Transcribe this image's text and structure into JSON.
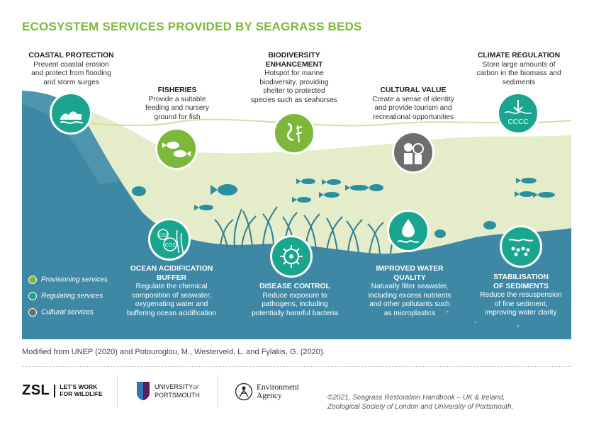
{
  "title": "ECOSYSTEM SERVICES PROVIDED BY SEAGRASS BEDS",
  "colors": {
    "green": "#7db83a",
    "teal": "#1aa58f",
    "grey": "#6e6e6e",
    "sea": "#3f88a5",
    "lightgreen": "#e4ecc9"
  },
  "services": {
    "coastal": {
      "heading": "COASTAL PROTECTION",
      "lines": [
        "Prevent coastal erosion",
        "and protect from flooding",
        "and storm surges"
      ],
      "icon": "wave-coast-icon",
      "category": "regulating"
    },
    "fisheries": {
      "heading": "FISHERIES",
      "lines": [
        "Provide a suitable",
        "feeding and nursery",
        "ground for fish"
      ],
      "icon": "fish-icon",
      "category": "provisioning"
    },
    "biodiversity": {
      "heading1": "BIODIVERSITY",
      "heading2": "ENHANCEMENT",
      "lines": [
        "Hotspot for marine",
        "biodiversity, providing",
        "shelter to protected",
        "species such as seahorses"
      ],
      "icon": "seahorse-icon",
      "category": "provisioning"
    },
    "cultural": {
      "heading": "CULTURAL VALUE",
      "lines": [
        "Create a sense of identity",
        "and provide tourism and",
        "recreational opportunities"
      ],
      "icon": "diver-icon",
      "category": "cultural"
    },
    "climate": {
      "heading": "CLIMATE REGULATION",
      "lines": [
        "Store large amounts of",
        "carbon in the biomass and",
        "sediments"
      ],
      "icon": "carbon-storage-icon",
      "category": "regulating"
    },
    "acidification": {
      "heading1": "OCEAN ACIDIFICATION",
      "heading2": "BUFFER",
      "lines": [
        "Regulate the chemical",
        "composition of seawater,",
        "oxygenating water and",
        "buffering ocean acidification"
      ],
      "icon": "co2-bubbles-icon",
      "icon_text1": "CO2",
      "icon_text2": "CO2",
      "category": "regulating"
    },
    "disease": {
      "heading": "DISEASE CONTROL",
      "lines": [
        "Reduce exposure to",
        "pathogens, including",
        "potentially harmful bacteria"
      ],
      "icon": "bacteria-icon",
      "category": "regulating"
    },
    "water": {
      "heading1": "IMPROVED WATER",
      "heading2": "QUALITY",
      "lines": [
        "Naturally filter seawater,",
        "including excess nutrients",
        "and other pollutants such",
        "as microplastics"
      ],
      "icon": "water-drop-icon",
      "category": "regulating"
    },
    "sediment": {
      "heading1": "STABILISATION",
      "heading2": "OF SEDIMENTS",
      "lines": [
        "Reduce the resuspension",
        "of fine sediment,",
        "improving water clarity"
      ],
      "icon": "sediment-icon",
      "category": "regulating"
    }
  },
  "legend": [
    {
      "label": "Provisioning services",
      "color": "#7db83a"
    },
    {
      "label": "Regulating services",
      "color": "#1aa58f"
    },
    {
      "label": "Cultural services",
      "color": "#6e6e6e"
    }
  ],
  "source": "Modified from UNEP (2020) and Potouroglou, M., Westerveld, L. and Fylakis, G. (2020).",
  "logos": {
    "zsl": "ZSL",
    "zsl_tag1": "LET'S WORK",
    "zsl_tag2": "FOR WILDLIFE",
    "uop1": "UNIVERSITY",
    "uop_of": "OF",
    "uop2": "PORTSMOUTH",
    "ea1": "Environment",
    "ea2": "Agency"
  },
  "copyright": [
    "©2021, Seagrass Restoration Handbook – UK & Ireland,",
    "Zoological Society of London and University of Portsmouth."
  ]
}
